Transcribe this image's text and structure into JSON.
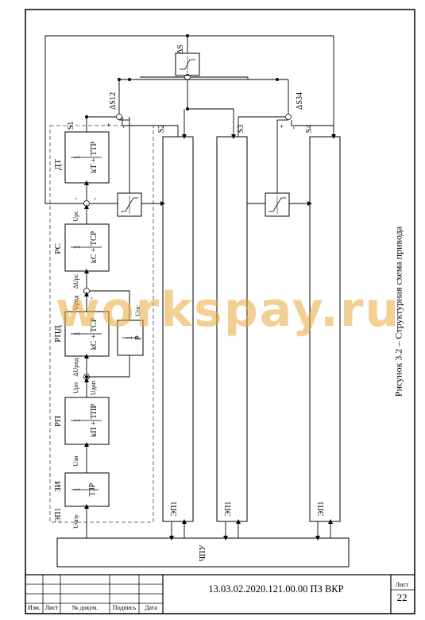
{
  "document": {
    "caption": "Рисунок 3.2 – Структурная схема привода",
    "code": "13.03.02.2020.121.00.00 ПЗ ВКР",
    "sheet_label": "Лист",
    "sheet_number": "22",
    "title_block": [
      "Изм.",
      "Лист",
      "№ докум.",
      "Подпись",
      "Дата"
    ]
  },
  "diagram": {
    "blocks": {
      "dt": {
        "name": "ДТ",
        "num": "1",
        "den": "kТ + TТP"
      },
      "rs": {
        "name": "РС",
        "num": "1",
        "den": "kC + TCP"
      },
      "rpd": {
        "name": "РПД",
        "num": "1",
        "den": "kC + TCP"
      },
      "rp": {
        "name": "РП",
        "num": "1",
        "den": "kП + TПP"
      },
      "zi": {
        "name": "ЗИ",
        "num": "1",
        "den": "TЗP"
      },
      "integrator": {
        "num": "1",
        "den": "P",
        "label": "Uпс"
      }
    },
    "signals": {
      "u_rs": "Uрс",
      "du_rs": "ΔUрс",
      "u_rpd": "Uрпд",
      "du_rpd": "ΔUрпд",
      "u_rp": "Uрп",
      "u_dop": "Uдоп",
      "u_zi": "Uзи",
      "u_chpu": "Uчпу"
    },
    "channels": {
      "ep1": "ЭП1",
      "ep2": "ЭП1",
      "ep3": "ЭП1",
      "ep4": "ЭП1"
    },
    "labels": {
      "s1": "S1",
      "s2": "S2",
      "s3": "S3",
      "s4": "S4",
      "ds12": "ΔS12",
      "ds34": "ΔS34",
      "ds": "ΔS",
      "plus": "+",
      "minus": "-",
      "cnc": "ЧПУ"
    }
  }
}
